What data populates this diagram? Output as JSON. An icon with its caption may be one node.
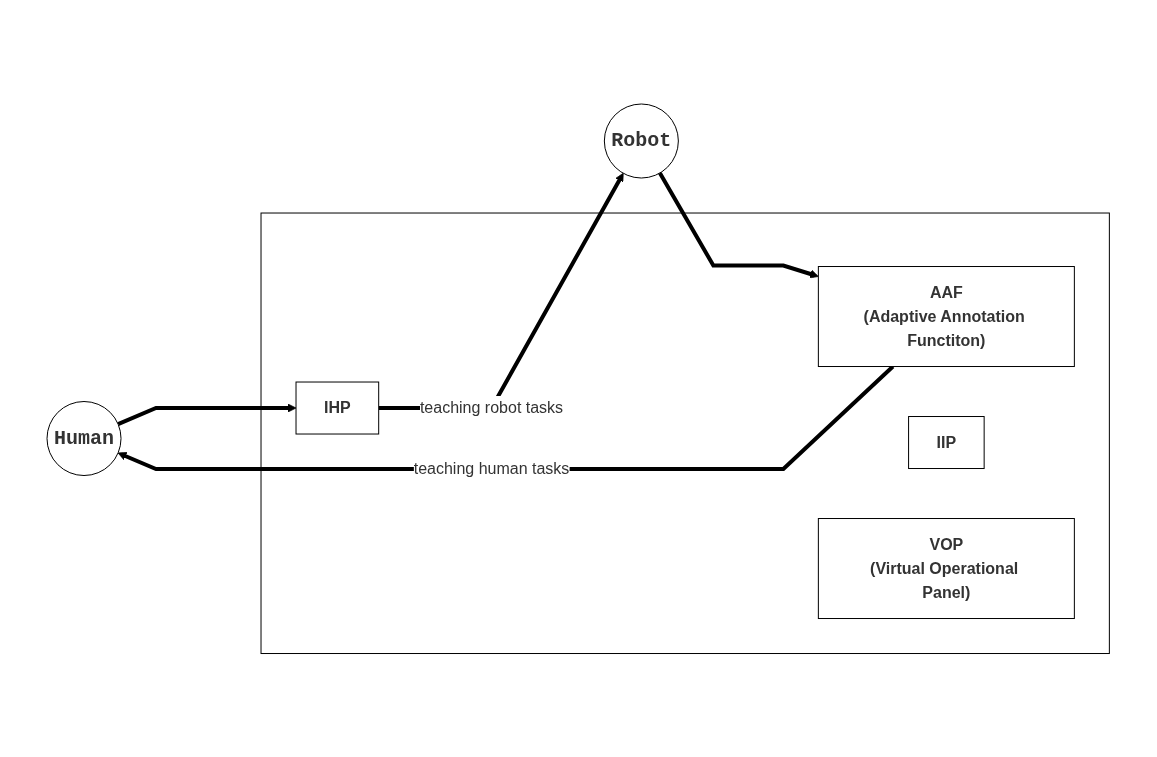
{
  "diagram": {
    "nodes": [
      {
        "text": [],
        "shape": "box"
      },
      {
        "text": [
          "IHP"
        ],
        "in": 0
      },
      {
        "text": [
          "IIP"
        ],
        "in": 0
      },
      {
        "text": [
          "VOP",
          "(Virtual Operational Panel)"
        ],
        "in": 0
      },
      {
        "text": [
          "AAF",
          "(Adaptive Annotation Functiton)"
        ],
        "in": 0
      },
      {
        "text": [
          "Human"
        ]
      },
      {
        "text": [
          "Robot"
        ]
      }
    ],
    "edges": [
      {
        "from": 5,
        "to": 1,
        "arrow": "to"
      },
      {
        "from": 1,
        "to": 6,
        "arrow": "to",
        "label": "teaching robot tasks"
      },
      {
        "from": 6,
        "to": 4,
        "arrow": "to"
      },
      {
        "from": 4,
        "to": 5,
        "arrow": "to",
        "label": "teaching human tasks"
      }
    ]
  }
}
